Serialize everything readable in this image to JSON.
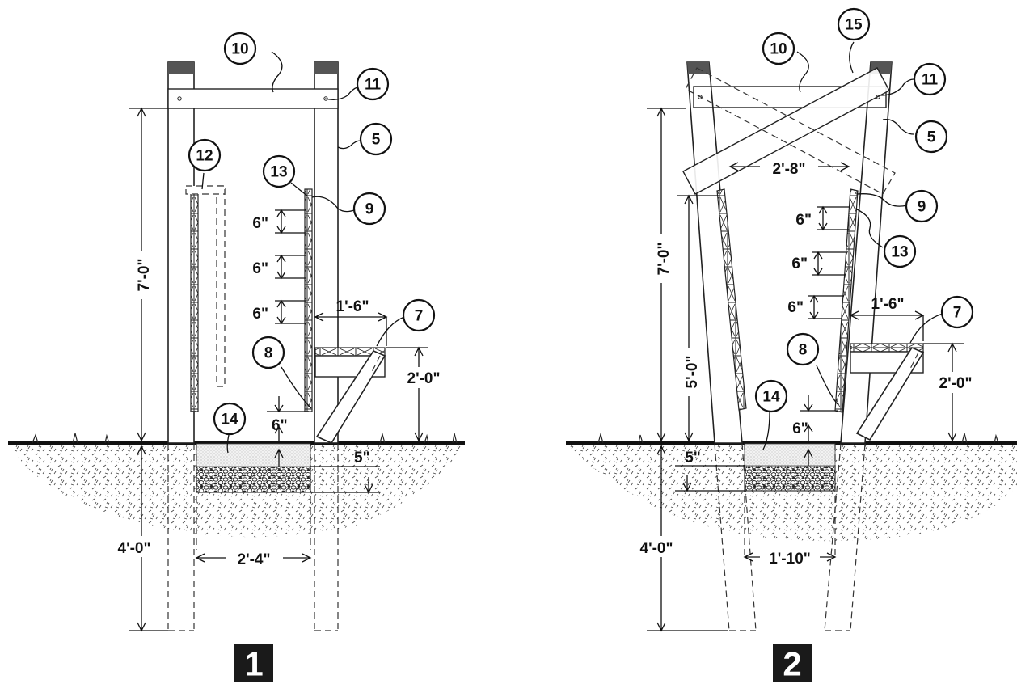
{
  "panels": [
    {
      "number": "1",
      "callouts": [
        "10",
        "11",
        "5",
        "12",
        "13",
        "9",
        "7",
        "8",
        "14"
      ],
      "dimensions": {
        "post_above_ground": "7'-0\"",
        "post_below_ground": "4'-0\"",
        "step_spacing_1": "6\"",
        "step_spacing_2": "6\"",
        "step_spacing_3": "6\"",
        "bottom_clearance": "6\"",
        "seat_depth": "1'-6\"",
        "seat_height": "2'-0\"",
        "gravel_depth": "5\"",
        "post_spacing": "2'-4\""
      }
    },
    {
      "number": "2",
      "callouts": [
        "10",
        "15",
        "11",
        "5",
        "9",
        "13",
        "7",
        "8",
        "14"
      ],
      "dimensions": {
        "post_above_ground": "7'-0\"",
        "ladder_height": "5'-0\"",
        "post_below_ground": "4'-0\"",
        "top_spacing": "2'-8\"",
        "step_spacing_1": "6\"",
        "step_spacing_2": "6\"",
        "step_spacing_3": "6\"",
        "bottom_clearance": "6\"",
        "seat_depth": "1'-6\"",
        "seat_height": "2'-0\"",
        "gravel_depth": "5\"",
        "base_spacing": "1'-10\""
      }
    }
  ]
}
